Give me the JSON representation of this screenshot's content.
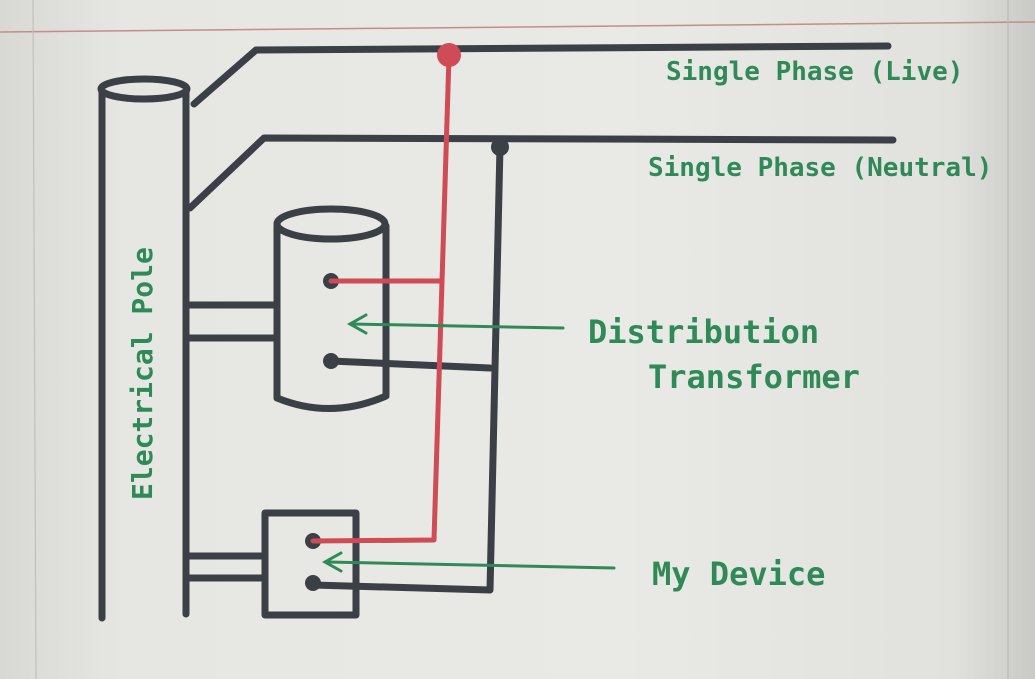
{
  "diagram": {
    "labels": {
      "live": "Single Phase (Live)",
      "neutral": "Single Phase (Neutral)",
      "transformer_line1": "Distribution",
      "transformer_line2": "Transformer",
      "device": "My Device",
      "pole": "Electrical Pole"
    },
    "colors": {
      "ink": "#3a4046",
      "live_wire": "#cf4b55",
      "label_green": "#2f8a57",
      "paper": "#e8e8e4"
    }
  }
}
